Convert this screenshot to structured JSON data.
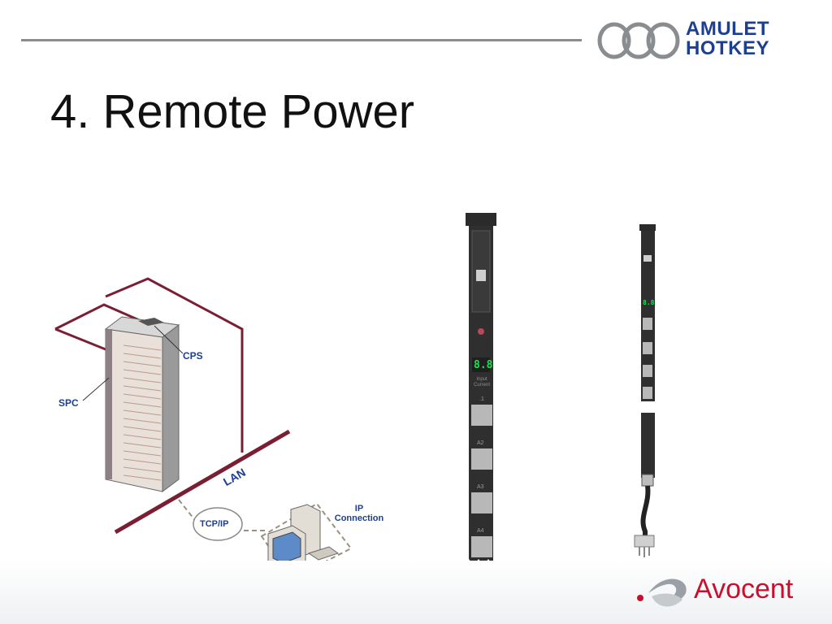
{
  "brand": {
    "line1": "AMULET",
    "line2": "HOTKEY",
    "color": "#1d3f93"
  },
  "slide": {
    "title": "4. Remote Power"
  },
  "diagram": {
    "labels": {
      "cps": "CPS",
      "spc": "SPC",
      "lan": "LAN",
      "tcpip": "TCP/IP",
      "ip_line1": "IP",
      "ip_line2": "Connection"
    },
    "wire_color": "#7a1f33"
  },
  "pdu_large": {
    "display": "8.8",
    "status_line1": "Input",
    "status_line2": "Current",
    "outlets": [
      ".1",
      "A2",
      "A3",
      "A4"
    ]
  },
  "pdu_small": {
    "display": "8.8"
  },
  "footer": {
    "logo_text": "Avocent",
    "logo_color": "#c8102e"
  }
}
